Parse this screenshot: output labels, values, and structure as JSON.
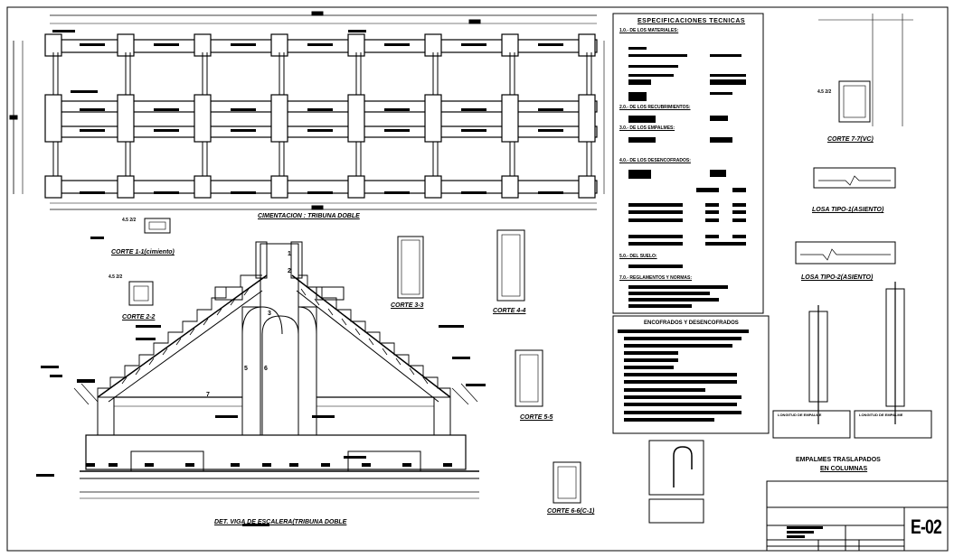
{
  "drawing": {
    "foundation_title": "CIMENTACION : TRIBUNA DOBLE",
    "stair_beam_title": "DET. VIGA DE ESCALERA(TRIBUNA DOBLE",
    "sections": {
      "c11": "CORTE 1-1(cimiento)",
      "c22": "CORTE 2-2",
      "c33": "CORTE 3-3",
      "c44": "CORTE 4-4",
      "c55": "CORTE 5-5",
      "c66": "CORTE 6-6(C-1)",
      "c77": "CORTE 7-7(VC)",
      "losa1": "LOSA TIPO-1(ASIENTO)",
      "losa2": "LOSA TIPO-2(ASIENTO)"
    },
    "specs_title": "ESPECIFICACIONES TECNICAS",
    "specs_items": [
      "1.0.- DE LOS MATERIALES:",
      "2.0.- DE LOS RECUBRIMIENTOS:",
      "3.0.- DE LOS EMPALMES:",
      "4.0.- DE LOS DESENCOFRADOS:",
      "5.0.- DEL SUELO:",
      "7.0.- REGLAMENTOS Y NORMAS:"
    ],
    "formwork_title": "ENCOFRADOS Y DESENCOFRADOS",
    "splice_title_1": "EMPALMES TRASLAPADOS",
    "splice_title_2": "EN COLUMNAS",
    "splice_len_label": "LONGITUD DE EMPALME",
    "sheet_code": "E-02",
    "slab_labels": {
      "s1": "4.5 2/2",
      "s2": "4.5 2/2",
      "s3": "4.5 2/2"
    },
    "dims": {
      "d1": "1",
      "d2": "2",
      "d3": "3",
      "d4": "5",
      "d5": "6",
      "d6": "7"
    }
  }
}
